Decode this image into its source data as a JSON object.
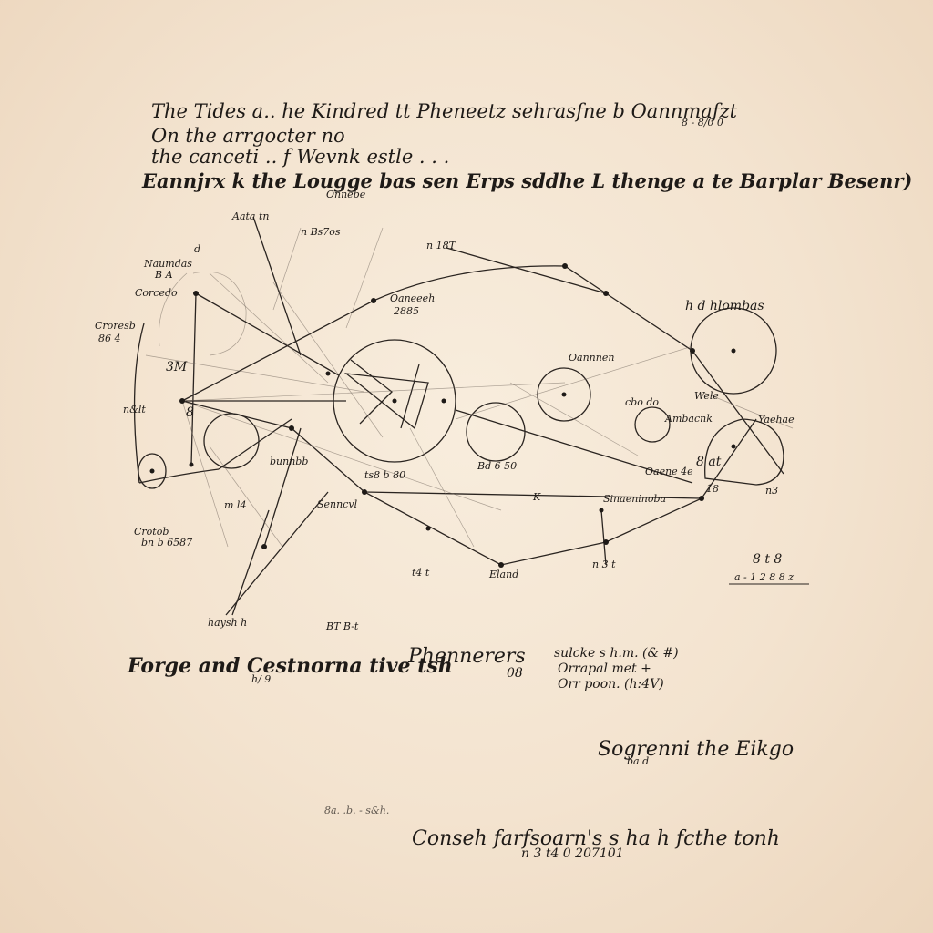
{
  "header": {
    "line1": "The Tides a.. he Kindred tt Pheneetz sehrasfne b Oannmafzt",
    "line1_note": "8 - 8/0 0",
    "line2": "On the arrgocter no",
    "line3": "the canceti .. f Wevnk estle . . .",
    "subtitle": "Eannjrx k the Lougge bas sen  Erps sddhe L thenge a te  Barplar Besenr)",
    "subtitle_note": "Onnebe"
  },
  "labels": [
    {
      "id": "t1",
      "text": "Aata tn"
    },
    {
      "id": "t2",
      "text": "n Bs7os"
    },
    {
      "id": "t3",
      "text": "d"
    },
    {
      "id": "t4",
      "text": "Naumdas"
    },
    {
      "id": "t5",
      "text": "B A"
    },
    {
      "id": "t6",
      "text": "Corcedo"
    },
    {
      "id": "t7",
      "text": "Croresb"
    },
    {
      "id": "t8",
      "text": "86 4"
    },
    {
      "id": "t9",
      "text": "3M"
    },
    {
      "id": "t10",
      "text": "n&lt"
    },
    {
      "id": "t11",
      "text": "8"
    },
    {
      "id": "t12",
      "text": "n 18T"
    },
    {
      "id": "t13",
      "text": "Oaneeeh"
    },
    {
      "id": "t14",
      "text": "2885"
    },
    {
      "id": "t15",
      "text": "h d  hlombas"
    },
    {
      "id": "t16",
      "text": "Oannnen"
    },
    {
      "id": "t17",
      "text": "cbo do"
    },
    {
      "id": "t18",
      "text": "Wele"
    },
    {
      "id": "t19",
      "text": "Ambacnk"
    },
    {
      "id": "t20",
      "text": "Yaehae"
    },
    {
      "id": "t21",
      "text": "bunnbb"
    },
    {
      "id": "t22",
      "text": "8 at"
    },
    {
      "id": "t23",
      "text": "Oaene 4e"
    },
    {
      "id": "t24",
      "text": "ts8 b 80"
    },
    {
      "id": "t25",
      "text": "Bd 6 50"
    },
    {
      "id": "t26",
      "text": "Senncvl"
    },
    {
      "id": "t27",
      "text": "K"
    },
    {
      "id": "t28",
      "text": "Sinaeninoba"
    },
    {
      "id": "t29",
      "text": "18"
    },
    {
      "id": "t30",
      "text": "n3"
    },
    {
      "id": "t31",
      "text": "m l4"
    },
    {
      "id": "t32",
      "text": "Crotob"
    },
    {
      "id": "t33",
      "text": "bn b 6587"
    },
    {
      "id": "t34",
      "text": "t4 t"
    },
    {
      "id": "t35",
      "text": "Eland"
    },
    {
      "id": "t36",
      "text": "8 t 8"
    },
    {
      "id": "t37",
      "text": "a - 1  2 8 8 z"
    },
    {
      "id": "t38",
      "text": "haysh h"
    },
    {
      "id": "t39",
      "text": "BT B-t"
    },
    {
      "id": "t40",
      "text": "n 3 t"
    }
  ],
  "notes": {
    "forge": "Forge and Cestnorna tive tsh",
    "forge_sub": "h/ 9",
    "phen": "Phennerers",
    "phen_sub": "08",
    "side1": "sulcke s h.m. (& #)",
    "side2": "Orrapal met +",
    "side3": "Orr poon. (h:4V)",
    "sogre": "Sogrenni  the Eikgo",
    "sogre_sub": "ba  d",
    "small": "8a. .b. -  s&h.",
    "cons": "Conseh  farfsoarn's s   ha  h  fcthe tonh",
    "cons_sub": "n  3  t4 0  207101"
  },
  "colors": {
    "paper": "#f6e9d8",
    "ink": "#1e1a17"
  }
}
